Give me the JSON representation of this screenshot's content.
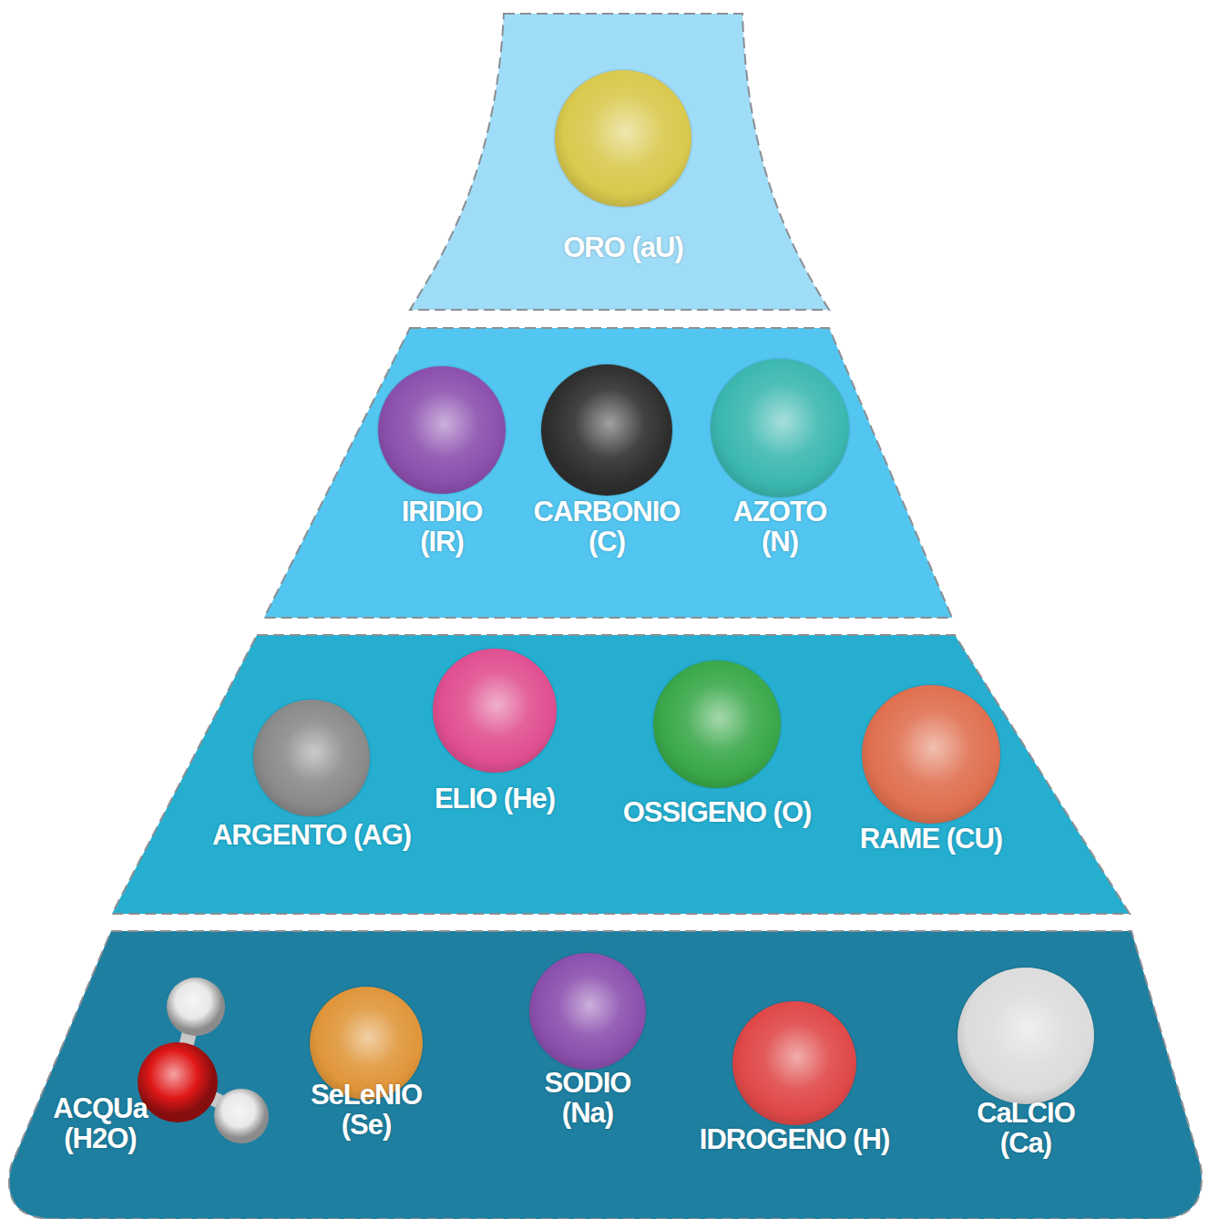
{
  "diagram": {
    "nodes": [
      {
        "text": [
          "ORO (aU)"
        ]
      },
      {
        "text": [
          "IRIDIO (IR)"
        ]
      },
      {
        "text": [
          "CARBONIO (C)"
        ]
      },
      {
        "text": [
          "AZOTO (N)"
        ]
      },
      {
        "text": [
          "ARGENTO (AG)"
        ]
      },
      {
        "text": [
          "ELIO (He)"
        ]
      },
      {
        "text": [
          "OSSIGENO (O)"
        ]
      },
      {
        "text": [
          "RAME (CU)"
        ]
      },
      {
        "text": [
          "ACQUa (H2O)"
        ]
      },
      {
        "text": [
          "SeLeNIO (Se)"
        ]
      },
      {
        "text": [
          "SODIO (Na)"
        ]
      },
      {
        "text": [
          "IDROGENO (H)"
        ]
      },
      {
        "text": [
          "CaLCIO (Ca)"
        ]
      }
    ]
  }
}
